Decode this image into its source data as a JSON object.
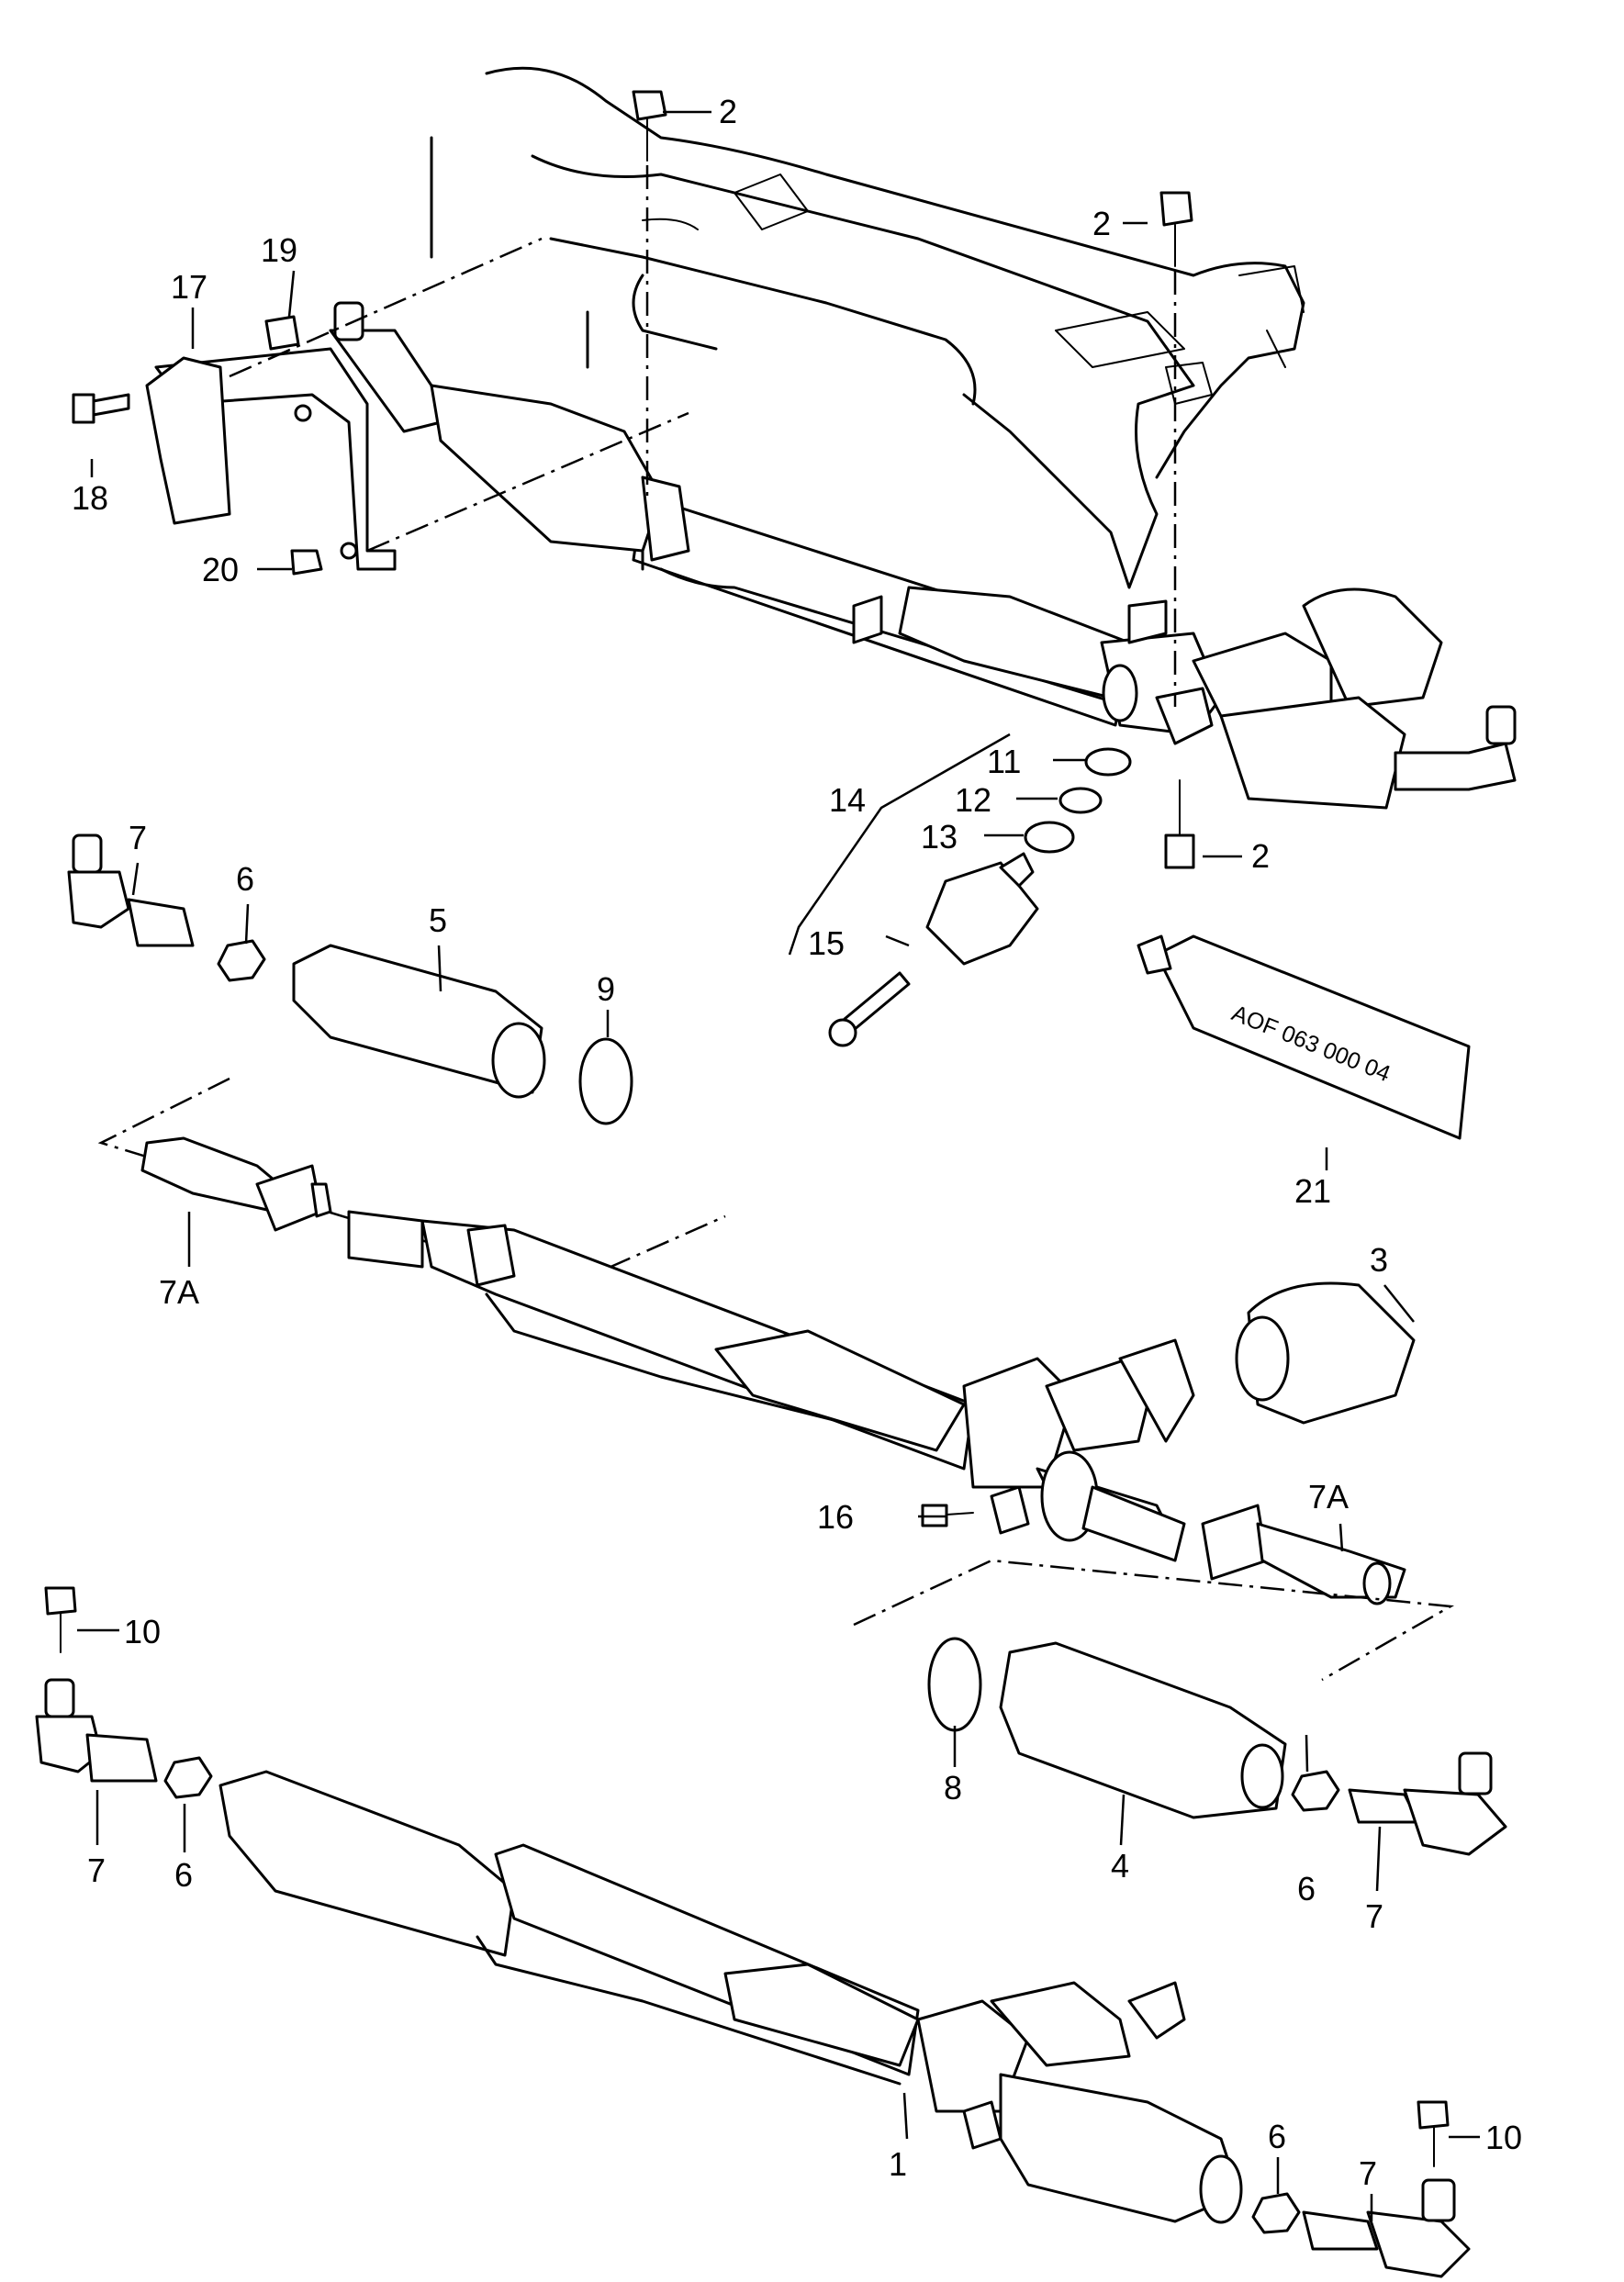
{
  "callouts": {
    "c1": "1",
    "c2a": "2",
    "c2b": "2",
    "c2c": "2",
    "c3": "3",
    "c4": "4",
    "c5": "5",
    "c6a": "6",
    "c6b": "6",
    "c6c": "6",
    "c6d": "6",
    "c7a": "7",
    "c7b": "7",
    "c7c": "7",
    "c7d": "7",
    "c7Aa": "7A",
    "c7Ab": "7A",
    "c8": "8",
    "c9": "9",
    "c10a": "10",
    "c10b": "10",
    "c11": "11",
    "c12": "12",
    "c13": "13",
    "c14": "14",
    "c15": "15",
    "c16": "16",
    "c17": "17",
    "c18": "18",
    "c19": "19",
    "c20": "20",
    "c21": "21"
  },
  "tube_label": "AOF 063 000 04"
}
